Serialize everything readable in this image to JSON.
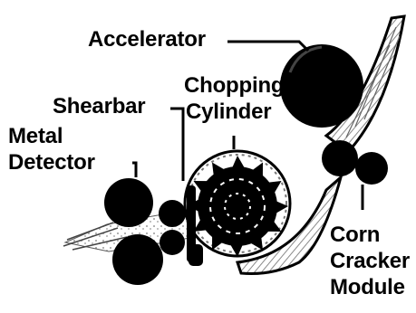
{
  "diagram": {
    "labels": {
      "accelerator": "Accelerator",
      "shearbar": "Shearbar",
      "chopping_line1": "Chopping",
      "chopping_line2": "Cylinder",
      "metal_line1": "Metal",
      "metal_line2": "Detector",
      "corn_line1": "Corn",
      "corn_line2": "Cracker",
      "corn_line3": "Module"
    },
    "colors": {
      "ink": "#000000",
      "paper": "#ffffff",
      "texture": "#9a9a9a"
    }
  }
}
